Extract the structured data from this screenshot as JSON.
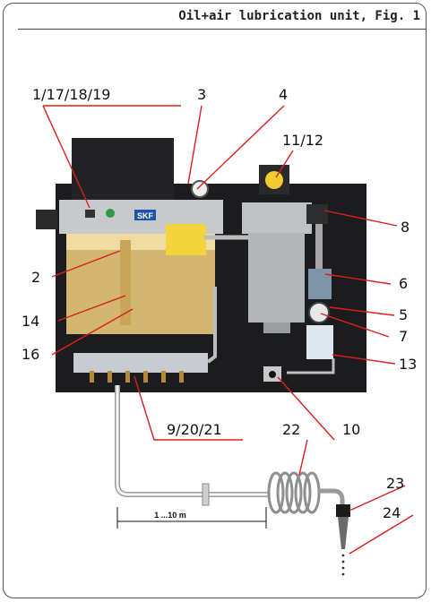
{
  "title": "Oil+air lubrication unit, Fig. 1",
  "brand": "SKF",
  "dimension": "1 ...10 m",
  "callouts": {
    "c1": "1/17/18/19",
    "c2": "2",
    "c3": "3",
    "c4": "4",
    "c5": "5",
    "c6": "6",
    "c7": "7",
    "c8": "8",
    "c9": "9/20/21",
    "c10": "10",
    "c11": "11/12",
    "c13": "13",
    "c14": "14",
    "c16": "16",
    "c22": "22",
    "c23": "23",
    "c24": "24"
  },
  "colors": {
    "callout_line": "#d9201e",
    "panel": "#1c1c1e",
    "tank": "#e8c878",
    "skf_blue": "#1c54a8"
  }
}
